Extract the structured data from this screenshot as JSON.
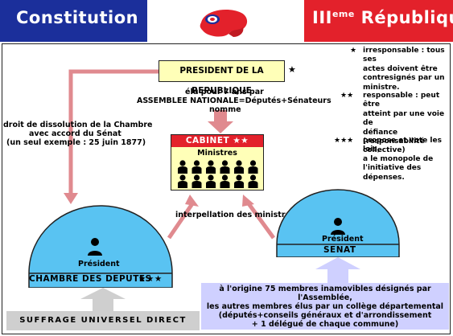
{
  "header": {
    "left_title": "Constitution",
    "right_title_prefix": "III",
    "right_title_sup": "eme",
    "right_title_suffix": " République",
    "colors": {
      "blue": "#1b2f9b",
      "white": "#ffffff",
      "red": "#e3212b"
    },
    "emblem_icon": "phrygian-cap-icon"
  },
  "president": {
    "label": "PRESIDENT DE LA REPUBLIQUE",
    "star": "★"
  },
  "election": {
    "line1": "élu pour 7 ans par",
    "line2": "ASSEMBLEE NATIONALE=Députés+Sénateurs"
  },
  "nomme": "nomme",
  "dissolution": {
    "line1": "droit de dissolution de la Chambre",
    "line2": "avec accord du Sénat",
    "line3": "(un seul exemple : 25 juin 1877)"
  },
  "notes": [
    {
      "stars": "★",
      "lines": [
        "irresponsable : tous ses",
        "actes doivent être",
        "contresignés par un",
        "ministre."
      ]
    },
    {
      "stars": "★★",
      "lines": [
        "responsable : peut être",
        "atteint par une voie de",
        "défiance (responsabilité",
        "collective)"
      ]
    },
    {
      "stars": "★★★",
      "lines": [
        "propose et vote les lois,",
        "a le monopole de",
        "l'initiative des dépenses."
      ]
    }
  ],
  "cabinet": {
    "title": "CABINET ★★",
    "subtitle": "Ministres"
  },
  "interpellation": "interpellation des ministres",
  "chambre": {
    "president": "Président",
    "label": "CHAMBRE DES DEPUTES",
    "stars": "★★★"
  },
  "senat": {
    "president": "Président",
    "label": "SENAT"
  },
  "senat_info": {
    "line1": "à l'origine 75 membres inamovibles désignés par l'Assemblée,",
    "line2": "les autres membres élus par un collège départemental",
    "line3": "(députés+conseils généraux et d'arrondissement",
    "line4": "+ 1 délégué de chaque commune)"
  },
  "suffrage": "SUFFRAGE UNIVERSEL DIRECT",
  "colors": {
    "arrow": "#e08a8f",
    "hemicycle": "#59c3f2",
    "box_yellow": "#ffffb8",
    "info_blue": "#cfd0ff",
    "suffrage_grey": "#cfcfcf"
  }
}
